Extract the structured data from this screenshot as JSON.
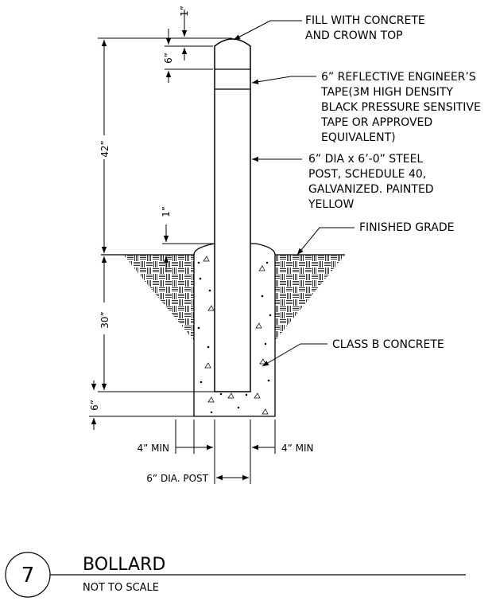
{
  "annotations": {
    "fill_top": [
      "FILL WITH CONCRETE",
      "AND CROWN TOP"
    ],
    "tape": [
      "6” REFLECTIVE ENGINEER’S",
      "TAPE(3M HIGH DENSITY",
      "BLACK PRESSURE SENSITIVE",
      "TAPE OR APPROVED",
      "EQUIVALENT)"
    ],
    "post": [
      "6” DIA x 6’-0” STEEL",
      "POST, SCHEDULE 40,",
      "GALVANIZED.  PAINTED",
      "YELLOW"
    ],
    "grade": "FINISHED GRADE",
    "concrete": "CLASS B CONCRETE"
  },
  "dimensions": {
    "top_1": "1”",
    "tape_6": "6”",
    "height_42": "42”",
    "grade_1": "1”",
    "embed_30": "30”",
    "base_6": "6”",
    "min_left": "4” MIN",
    "min_right": "4” MIN",
    "post_dia": "6” DIA. POST"
  },
  "title_block": {
    "number": "7",
    "title": "BOLLARD",
    "subtitle": "NOT TO SCALE"
  }
}
